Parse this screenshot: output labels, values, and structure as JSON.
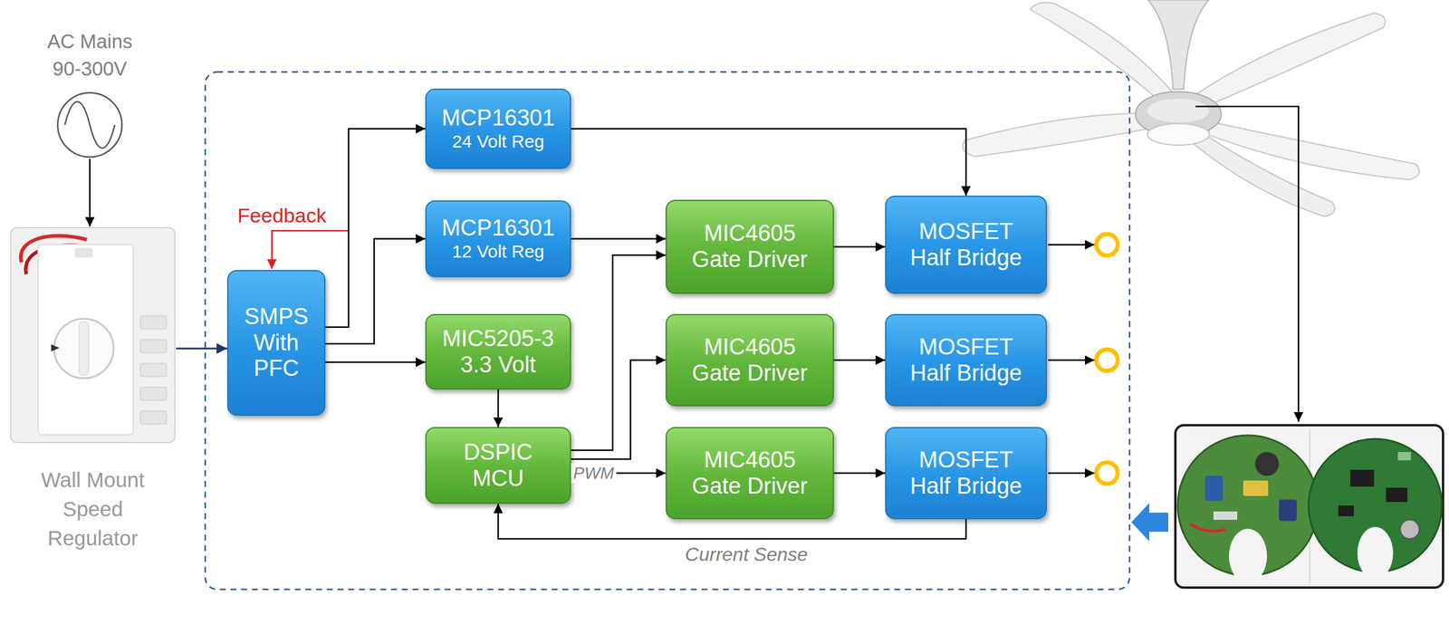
{
  "diagram": {
    "nodes": [
      {
        "text": [
          "AC Mains 90-300V"
        ]
      },
      {
        "text": [
          "Wall Mount Speed Regulator"
        ]
      },
      {
        "text": [
          "SMPS With PFC"
        ]
      },
      {
        "text": [
          "MCP16301",
          "24 Volt Reg"
        ]
      },
      {
        "text": [
          "MCP16301",
          "12 Volt Reg"
        ]
      },
      {
        "text": [
          "MIC5205-3 3.3 Volt"
        ]
      },
      {
        "text": [
          "DSPIC MCU"
        ]
      },
      {
        "text": [
          "MIC4605 Gate Driver"
        ]
      },
      {
        "text": [
          "MIC4605 Gate Driver"
        ]
      },
      {
        "text": [
          "MIC4605 Gate Driver"
        ]
      },
      {
        "text": [
          "MOSFET Half Bridge"
        ]
      },
      {
        "text": [
          "MOSFET Half Bridge"
        ]
      },
      {
        "text": [
          "MOSFET Half Bridge"
        ]
      }
    ],
    "edges": [
      {
        "from": 0,
        "to": 1,
        "arrow": "to"
      },
      {
        "from": 1,
        "to": 2,
        "arrow": "to"
      },
      {
        "from": 2,
        "to": 3,
        "arrow": "to"
      },
      {
        "from": 2,
        "to": 4,
        "arrow": "to"
      },
      {
        "from": 2,
        "to": 5,
        "arrow": "to"
      },
      {
        "from": 5,
        "to": 6,
        "arrow": "to"
      },
      {
        "from": 3,
        "to": 10,
        "arrow": "to"
      },
      {
        "from": 4,
        "to": 7,
        "arrow": "to"
      },
      {
        "from": 6,
        "to": 7,
        "arrow": "to"
      },
      {
        "from": 6,
        "to": 8,
        "arrow": "to"
      },
      {
        "from": 6,
        "to": 9,
        "label": "PWM",
        "arrow": "to"
      },
      {
        "from": 7,
        "to": 10,
        "arrow": "to"
      },
      {
        "from": 8,
        "to": 11,
        "arrow": "to"
      },
      {
        "from": 9,
        "to": 12,
        "arrow": "to"
      },
      {
        "from": 12,
        "to": 6,
        "label": "Current Sense",
        "arrow": "to"
      }
    ],
    "labels": [
      "Feedback"
    ]
  }
}
